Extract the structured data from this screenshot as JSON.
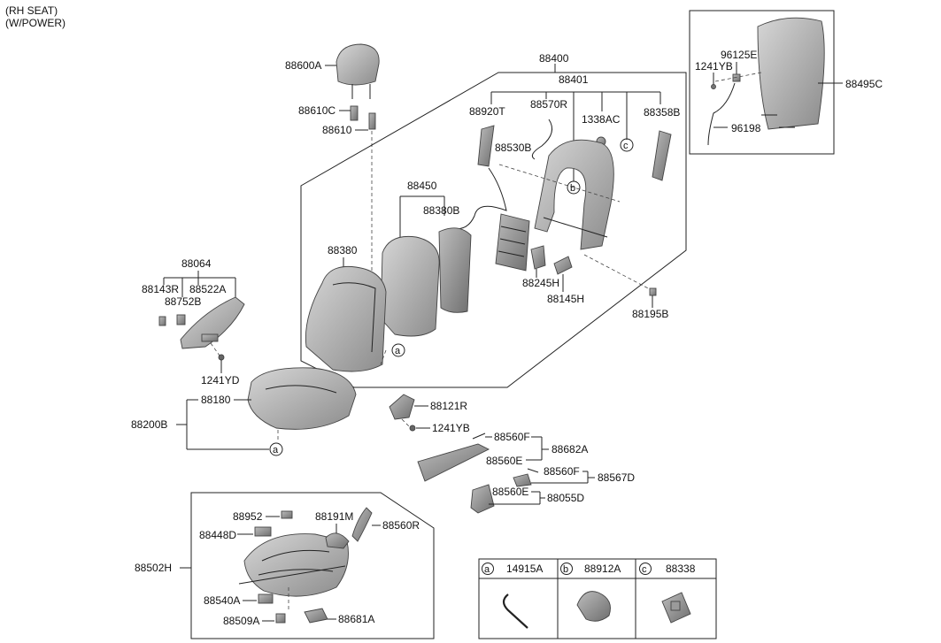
{
  "header": {
    "line1": "(RH SEAT)",
    "line2": "(W/POWER)"
  },
  "labels": {
    "p88600A": "88600A",
    "p88610C": "88610C",
    "p88610": "88610",
    "p88400": "88400",
    "p88401": "88401",
    "p88920T": "88920T",
    "p88570R": "88570R",
    "p1338AC": "1338AC",
    "p88358B": "88358B",
    "p88530B": "88530B",
    "p88450": "88450",
    "p88380B": "88380B",
    "p88380": "88380",
    "p88245H": "88245H",
    "p88145H": "88145H",
    "p88195B": "88195B",
    "p88495C": "88495C",
    "p96125E": "96125E",
    "p1241YB_top": "1241YB",
    "p96198": "96198",
    "p88064": "88064",
    "p88143R": "88143R",
    "p88522A": "88522A",
    "p88752B": "88752B",
    "p1241YD": "1241YD",
    "p88180": "88180",
    "p88200B": "88200B",
    "p88121R": "88121R",
    "p1241YB_mid": "1241YB",
    "p88560F_1": "88560F",
    "p88682A": "88682A",
    "p88560E_1": "88560E",
    "p88560F_2": "88560F",
    "p88567D": "88567D",
    "p88560E_2": "88560E",
    "p88055D": "88055D",
    "p88952": "88952",
    "p88191M": "88191M",
    "p88448D": "88448D",
    "p88560R": "88560R",
    "p88502H": "88502H",
    "p88540A": "88540A",
    "p88509A": "88509A",
    "p88681A": "88681A"
  },
  "callouts": {
    "a": "a",
    "b": "b",
    "c": "c"
  },
  "legend": [
    {
      "key": "a",
      "part": "14915A"
    },
    {
      "key": "b",
      "part": "88912A"
    },
    {
      "key": "c",
      "part": "88338"
    }
  ],
  "colors": {
    "line": "#222222",
    "part_fill": "#b9b9b9",
    "part_dark": "#8a8a8a",
    "background": "#ffffff"
  }
}
